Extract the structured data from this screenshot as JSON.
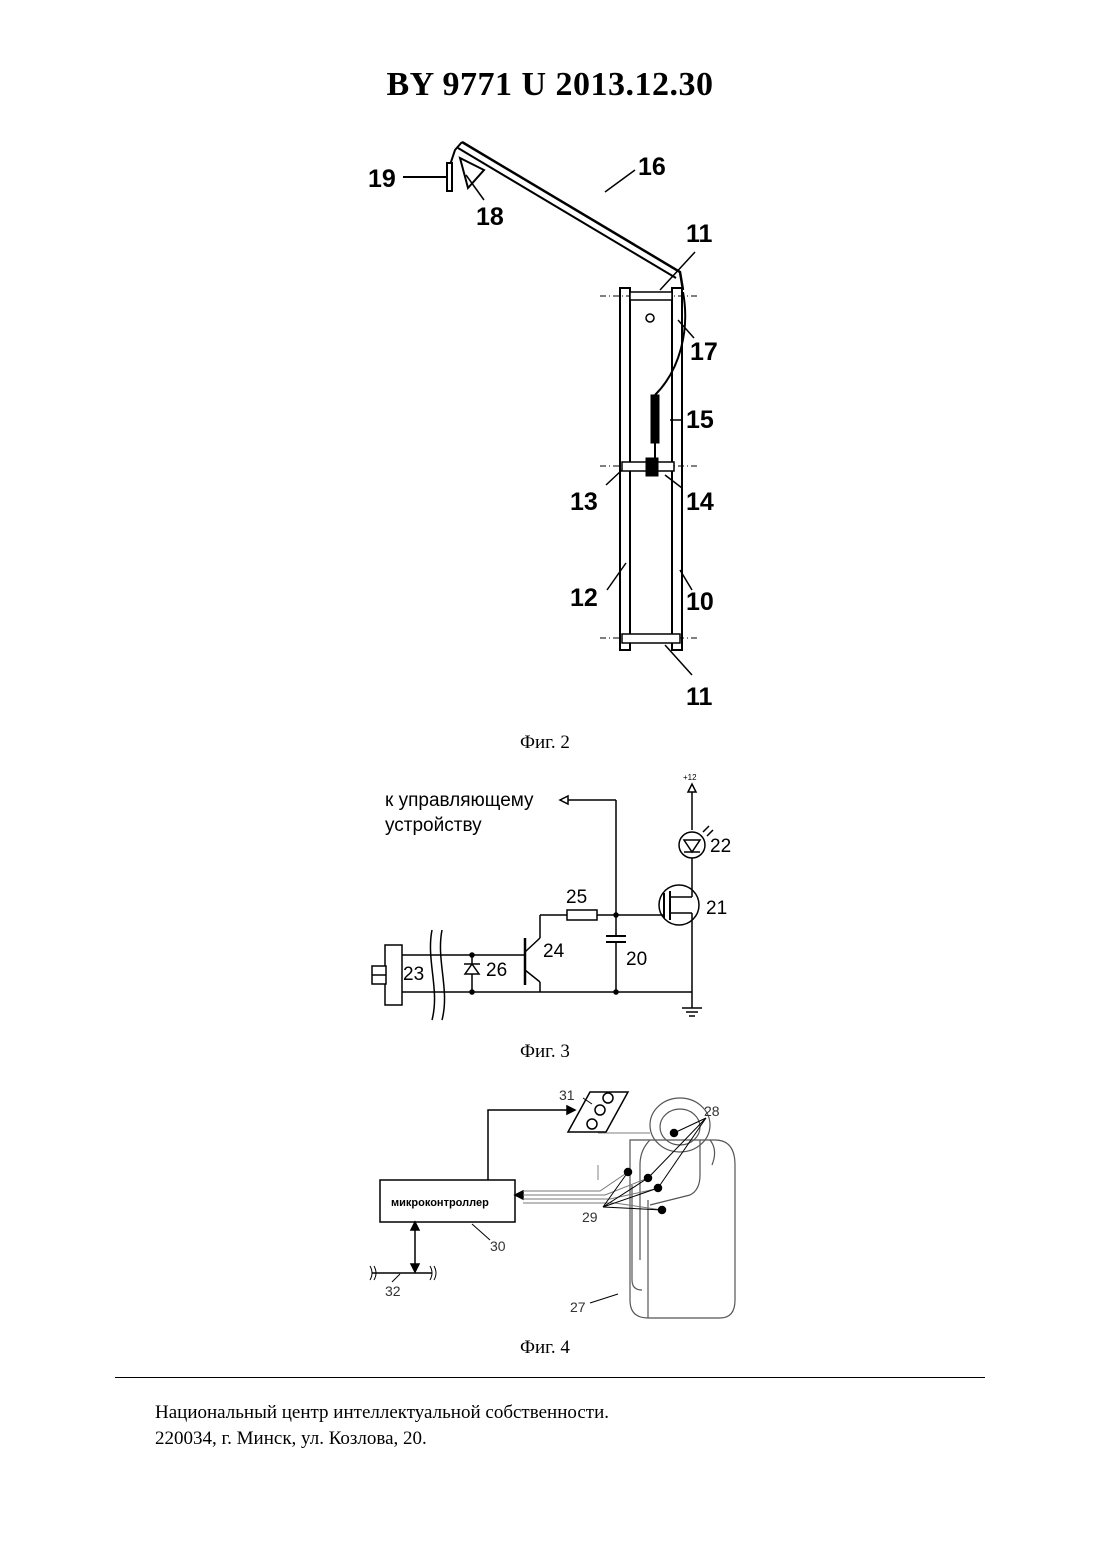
{
  "header": {
    "title": "BY 9771 U 2013.12.30"
  },
  "fig2": {
    "caption": "Фиг. 2",
    "labels": {
      "l19": "19",
      "l18": "18",
      "l16": "16",
      "l11a": "11",
      "l17": "17",
      "l15": "15",
      "l13": "13",
      "l14": "14",
      "l12": "12",
      "l10": "10",
      "l11b": "11"
    }
  },
  "fig3": {
    "caption": "Фиг. 3",
    "control_line1": "к управляющему",
    "control_line2": "устройству",
    "supply": "+12",
    "labels": {
      "l22": "22",
      "l25": "25",
      "l21": "21",
      "l24": "24",
      "l20": "20",
      "l23": "23",
      "l26": "26"
    }
  },
  "fig4": {
    "caption": "Фиг. 4",
    "mcu": "микроконтроллер",
    "labels": {
      "l31": "31",
      "l28": "28",
      "l29": "29",
      "l30": "30",
      "l32": "32",
      "l27": "27"
    }
  },
  "footer": {
    "line1": "Национальный центр интеллектуальной собственности.",
    "line2": "220034, г. Минск, ул. Козлова, 20."
  }
}
